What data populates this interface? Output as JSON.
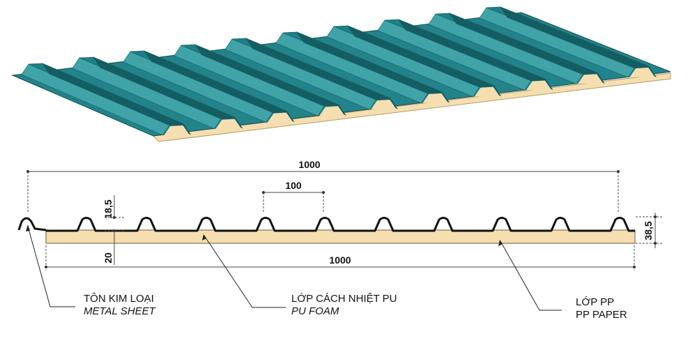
{
  "dimensions": {
    "overall_width_top": "1000",
    "rib_pitch": "100",
    "rib_height": "18,5",
    "total_thickness": "38,5",
    "foam_thickness": "20",
    "overall_width_bottom": "1000"
  },
  "labels": {
    "metal_sheet_vi": "TÔN KIM LOẠI",
    "metal_sheet_en": "METAL SHEET",
    "pu_foam_vi": "LỚP CÁCH NHIỆT PU",
    "pu_foam_en": "PU FOAM",
    "pp_paper_vi": "LỚP PP",
    "pp_paper_en": "PP PAPER"
  },
  "colors": {
    "metal": "#1f7f86",
    "metal_light": "#3fa3a8",
    "metal_dark": "#145e63",
    "foam": "#f5deb0"
  }
}
